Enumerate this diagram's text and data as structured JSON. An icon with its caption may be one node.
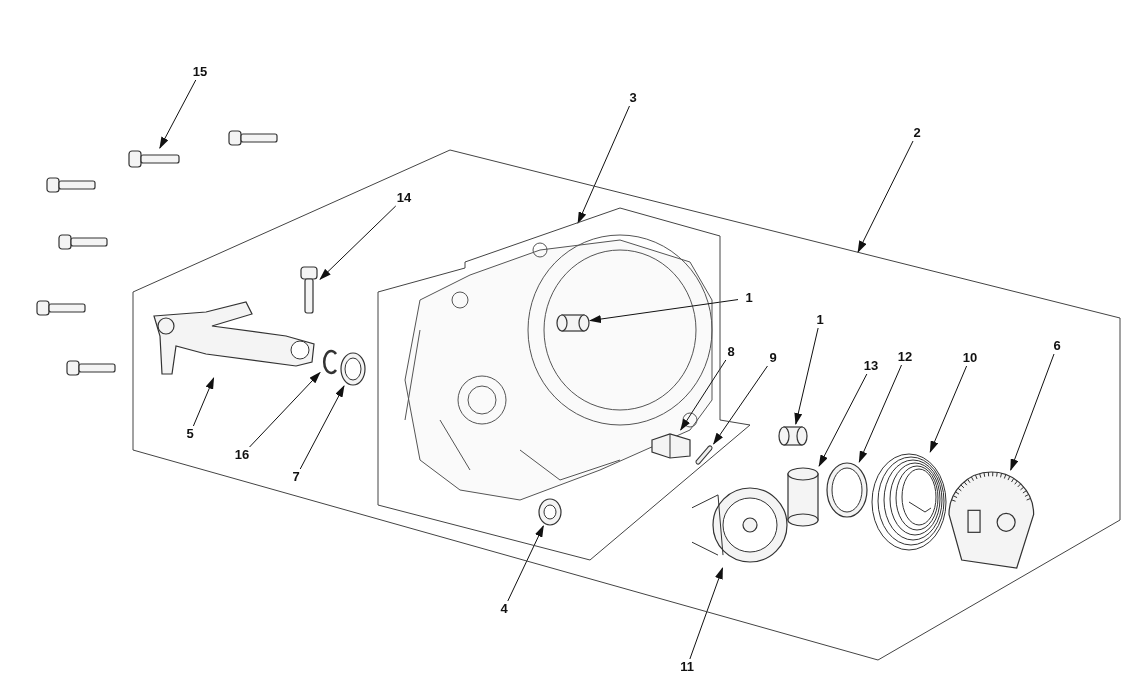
{
  "diagram": {
    "nodes": [
      {
        "text": [
          "15"
        ]
      },
      {
        "text": [
          "3"
        ]
      },
      {
        "text": [
          "2"
        ]
      },
      {
        "text": [
          "14"
        ],
        "in": 19
      },
      {
        "text": [
          "1"
        ],
        "in": 19
      },
      {
        "text": [
          "1"
        ],
        "in": 19
      },
      {
        "text": [
          "6"
        ],
        "in": 19
      },
      {
        "text": [
          "8"
        ],
        "in": 19
      },
      {
        "text": [
          "12"
        ],
        "in": 19
      },
      {
        "text": [
          "9"
        ],
        "in": 19
      },
      {
        "text": [
          "10"
        ],
        "in": 19
      },
      {
        "text": [
          "13"
        ],
        "in": 19
      },
      {
        "text": [
          "5"
        ],
        "in": 19
      },
      {
        "text": [
          "16"
        ],
        "in": 19
      },
      {
        "text": [
          "7"
        ],
        "in": 19
      },
      {
        "text": [
          "4"
        ]
      },
      {
        "text": [
          "11"
        ]
      },
      {
        "text": [],
        "shape": "picture"
      },
      {
        "text": [],
        "shape": "box",
        "in": 19
      },
      {
        "text": [],
        "shape": "box"
      },
      {
        "text": [],
        "shape": "picture",
        "in": 19
      },
      {
        "text": [],
        "shape": "cylinder",
        "in": 18
      },
      {
        "text": [],
        "shape": "cylinder",
        "in": 19
      },
      {
        "text": [],
        "shape": "picture",
        "in": 19
      },
      {
        "text": [],
        "shape": "picture",
        "in": 18
      },
      {
        "text": [],
        "shape": "picture",
        "in": 19
      },
      {
        "text": [],
        "shape": "picture",
        "in": 18
      },
      {
        "text": [],
        "shape": "picture",
        "in": 19
      },
      {
        "text": [],
        "shape": "cylinder",
        "in": 19
      },
      {
        "text": [],
        "shape": "picture",
        "in": 19
      },
      {
        "text": [],
        "shape": "picture",
        "in": 19
      },
      {
        "text": [],
        "shape": "picture",
        "in": 19
      },
      {
        "text": [],
        "shape": "picture",
        "in": 18
      },
      {
        "text": [],
        "shape": "picture",
        "in": 19
      }
    ],
    "edges": [
      {
        "from": 0,
        "to": 17,
        "arrow": "to"
      },
      {
        "from": 1,
        "to": 18,
        "arrow": "to"
      },
      {
        "from": 2,
        "to": 19,
        "arrow": "to"
      },
      {
        "from": 3,
        "to": 20,
        "arrow": "to"
      },
      {
        "from": 4,
        "to": 21,
        "arrow": "to"
      },
      {
        "from": 5,
        "to": 22,
        "arrow": "to"
      },
      {
        "from": 6,
        "to": 23,
        "arrow": "to"
      },
      {
        "from": 7,
        "to": 24,
        "arrow": "to"
      },
      {
        "from": 8,
        "to": 25,
        "arrow": "to"
      },
      {
        "from": 9,
        "to": 26,
        "arrow": "to"
      },
      {
        "from": 10,
        "to": 27,
        "arrow": "to"
      },
      {
        "from": 11,
        "to": 28,
        "arrow": "to"
      },
      {
        "from": 12,
        "to": 29,
        "arrow": "to"
      },
      {
        "from": 13,
        "to": 30,
        "arrow": "to"
      },
      {
        "from": 14,
        "to": 31,
        "arrow": "to"
      },
      {
        "from": 15,
        "to": 32,
        "arrow": "to"
      },
      {
        "from": 16,
        "to": 33,
        "arrow": "to"
      }
    ]
  }
}
